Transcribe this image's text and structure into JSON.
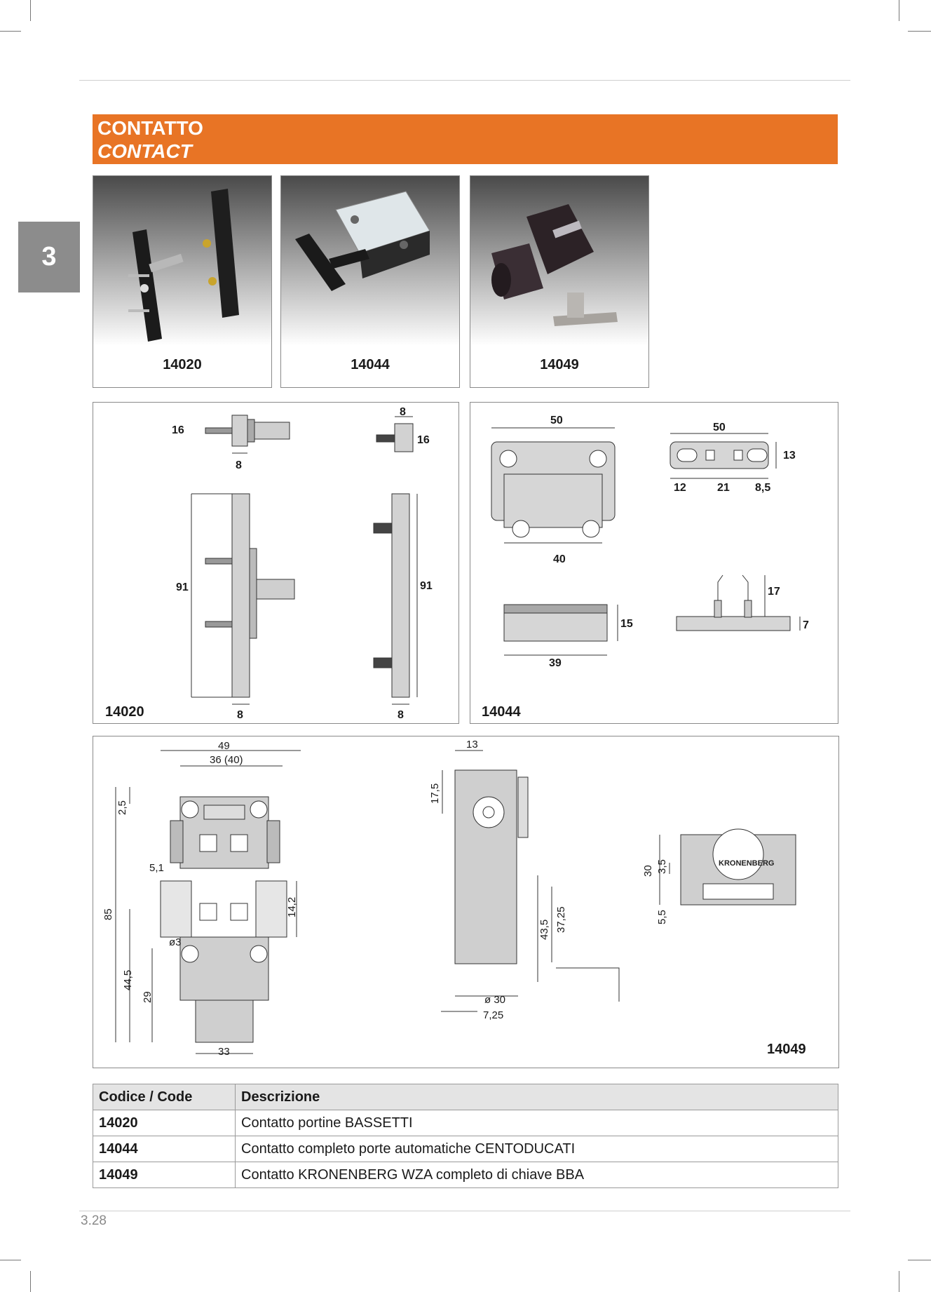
{
  "header": {
    "title_it": "CONTATTO",
    "title_en": "CONTACT",
    "section_number": "3",
    "accent_color": "#e87425"
  },
  "photos": [
    {
      "code": "14020",
      "icon": "door-contact-bar-photo"
    },
    {
      "code": "14044",
      "icon": "automatic-door-contact-photo"
    },
    {
      "code": "14049",
      "icon": "kronenberg-wza-switch-photo"
    }
  ],
  "drawings": {
    "d14020": {
      "code": "14020",
      "dims": {
        "a": "16",
        "b": "8",
        "c": "8",
        "d": "16",
        "e": "91",
        "f": "91",
        "g": "8",
        "h": "8"
      }
    },
    "d14044": {
      "code": "14044",
      "dims": {
        "w1": "50",
        "w2": "40",
        "w3": "50",
        "h1": "13",
        "s1": "12",
        "s2": "21",
        "s3": "8,5",
        "h2": "15",
        "w4": "39",
        "h3": "17",
        "h4": "7"
      }
    },
    "d14049": {
      "code": "14049",
      "brand": "KRONENBERG",
      "dims": {
        "w49": "49",
        "w36": "36 (40)",
        "d25": "2,5",
        "d51": "5,1",
        "d85": "85",
        "d142": "14,2",
        "dphi3": "ø3",
        "d445": "44,5",
        "d29": "29",
        "d33": "33",
        "d13": "13",
        "d175": "17,5",
        "d435": "43,5",
        "d3725": "37,25",
        "dphi30": "ø 30",
        "d725": "7,25",
        "d30": "30",
        "d35": "3,5",
        "d55": "5,5"
      }
    }
  },
  "table": {
    "headers": [
      "Codice / Code",
      "Descrizione"
    ],
    "rows": [
      {
        "code": "14020",
        "desc": "Contatto portine BASSETTI"
      },
      {
        "code": "14044",
        "desc": "Contatto completo porte automatiche CENTODUCATI"
      },
      {
        "code": "14049",
        "desc": "Contatto KRONENBERG WZA completo di chiave BBA"
      }
    ]
  },
  "footer": {
    "page_number": "3.28"
  }
}
